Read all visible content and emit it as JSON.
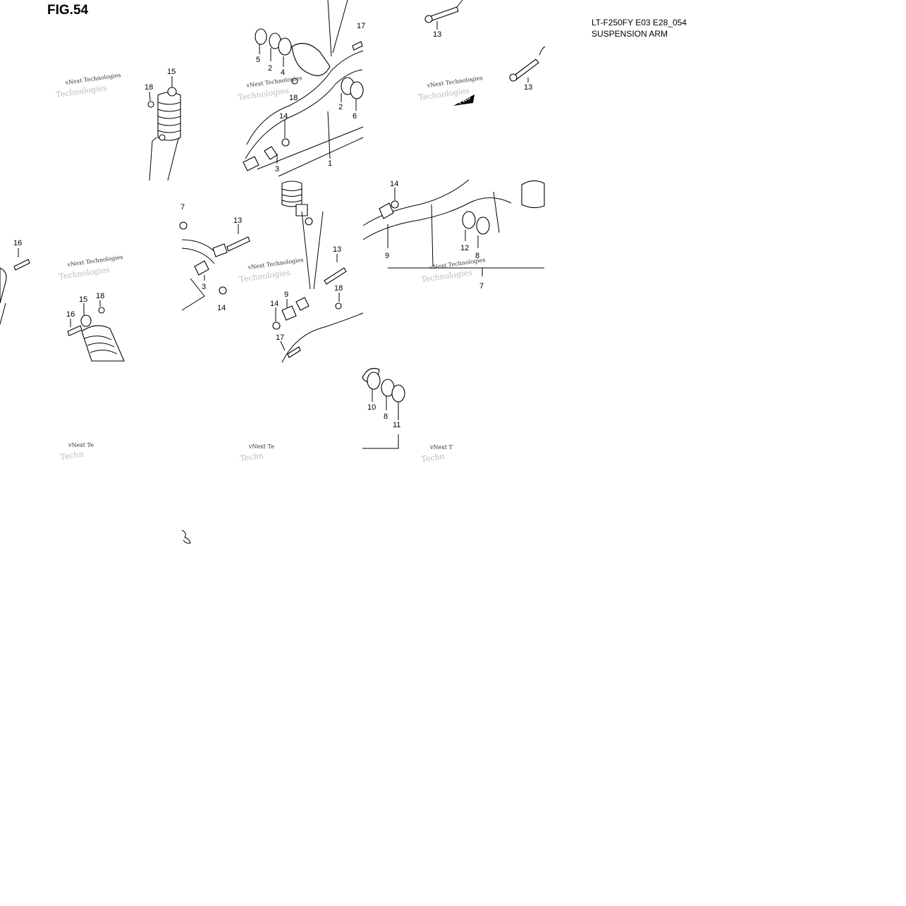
{
  "figure": {
    "title": "FIG.54",
    "model_code": "LT-F250FY E03 E28_054",
    "model_name": "SUSPENSION ARM"
  },
  "watermark": {
    "line1": "vNext Technologies",
    "line1_clipped": "vNext Te",
    "line1_short": "vNext T",
    "line2": "Technologies",
    "line2_clipped": "Techn"
  },
  "fwd_label": "FWD",
  "callouts": [
    {
      "id": "c1",
      "number": "1"
    },
    {
      "id": "c2a",
      "number": "2"
    },
    {
      "id": "c2b",
      "number": "2"
    },
    {
      "id": "c3a",
      "number": "3"
    },
    {
      "id": "c3b",
      "number": "3"
    },
    {
      "id": "c4",
      "number": "4"
    },
    {
      "id": "c5",
      "number": "5"
    },
    {
      "id": "c6",
      "number": "6"
    },
    {
      "id": "c7a",
      "number": "7"
    },
    {
      "id": "c7b",
      "number": "7"
    },
    {
      "id": "c8a",
      "number": "8"
    },
    {
      "id": "c8b",
      "number": "8"
    },
    {
      "id": "c9a",
      "number": "9"
    },
    {
      "id": "c9b",
      "number": "9"
    },
    {
      "id": "c10",
      "number": "10"
    },
    {
      "id": "c11",
      "number": "11"
    },
    {
      "id": "c12",
      "number": "12"
    },
    {
      "id": "c13a",
      "number": "13"
    },
    {
      "id": "c13b",
      "number": "13"
    },
    {
      "id": "c13c",
      "number": "13"
    },
    {
      "id": "c13d",
      "number": "13"
    },
    {
      "id": "c14a",
      "number": "14"
    },
    {
      "id": "c14b",
      "number": "14"
    },
    {
      "id": "c14c",
      "number": "14"
    },
    {
      "id": "c14d",
      "number": "14"
    },
    {
      "id": "c15a",
      "number": "15"
    },
    {
      "id": "c15b",
      "number": "15"
    },
    {
      "id": "c16a",
      "number": "16"
    },
    {
      "id": "c16b",
      "number": "16"
    },
    {
      "id": "c17a",
      "number": "17"
    },
    {
      "id": "c17b",
      "number": "17"
    },
    {
      "id": "c18a",
      "number": "18"
    },
    {
      "id": "c18b",
      "number": "18"
    },
    {
      "id": "c18c",
      "number": "18"
    },
    {
      "id": "c18d",
      "number": "18"
    }
  ]
}
